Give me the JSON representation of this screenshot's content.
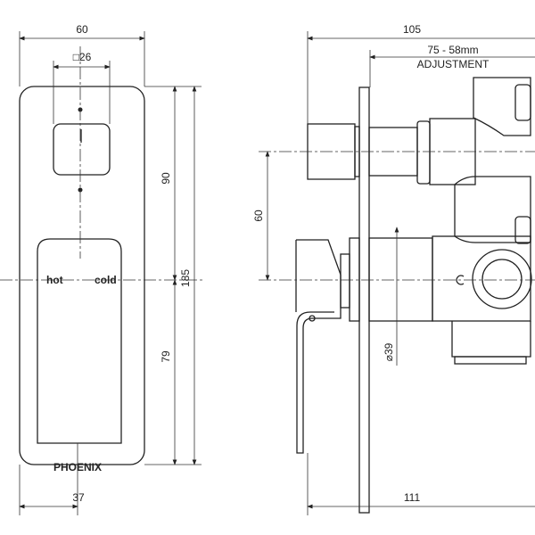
{
  "front_view": {
    "width_dim": "60",
    "button_dim": "□26",
    "upper_dim": "90",
    "height_dim": "185",
    "lower_dim": "79",
    "lever_offset_dim": "37",
    "hot_label": "hot",
    "cold_label": "cold",
    "brand": "PHOENIX"
  },
  "side_view": {
    "depth_dim": "105",
    "adjustment_range": "75 - 58mm",
    "adjustment_label": "ADJUSTMENT",
    "spacing_dim": "60",
    "diameter_dim": "⌀39",
    "overall_depth_dim": "111"
  }
}
